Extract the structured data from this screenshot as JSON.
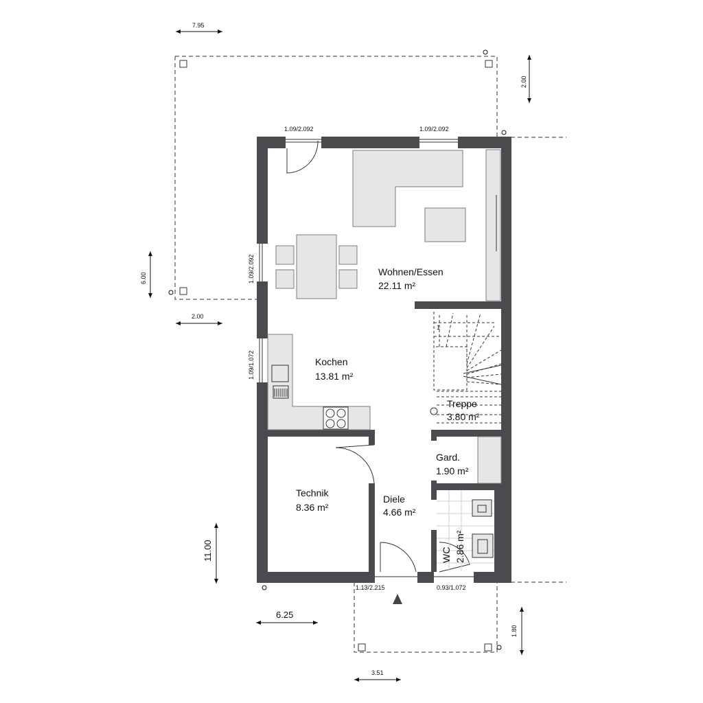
{
  "rooms": {
    "wohnen": {
      "name": "Wohnen/Essen",
      "area": "22.11 m²"
    },
    "kochen": {
      "name": "Kochen",
      "area": "13.81 m²"
    },
    "treppe": {
      "name": "Treppe",
      "area": "3.80 m²"
    },
    "gard": {
      "name": "Gard.",
      "area": "1.90 m²"
    },
    "technik": {
      "name": "Technik",
      "area": "8.36 m²"
    },
    "diele": {
      "name": "Diele",
      "area": "4.66 m²"
    },
    "wc": {
      "name": "WC",
      "area": "2.86 m²"
    }
  },
  "windows": {
    "top_left": "1.09/2.092",
    "top_right": "1.09/2.092",
    "left_upper": "1.09/2.092",
    "left_lower": "1.09/1.072",
    "bottom_entry": "1.13/2.215",
    "bottom_wc": "0.93/1.072"
  },
  "dimensions": {
    "top_width": "7.95",
    "top_right_depth": "2.00",
    "left_depth": "6.00",
    "left_width": "2.00",
    "total_length": "11.00",
    "house_width": "6.25",
    "front_depth": "1.80",
    "front_width": "3.51"
  },
  "stair_label": "1"
}
